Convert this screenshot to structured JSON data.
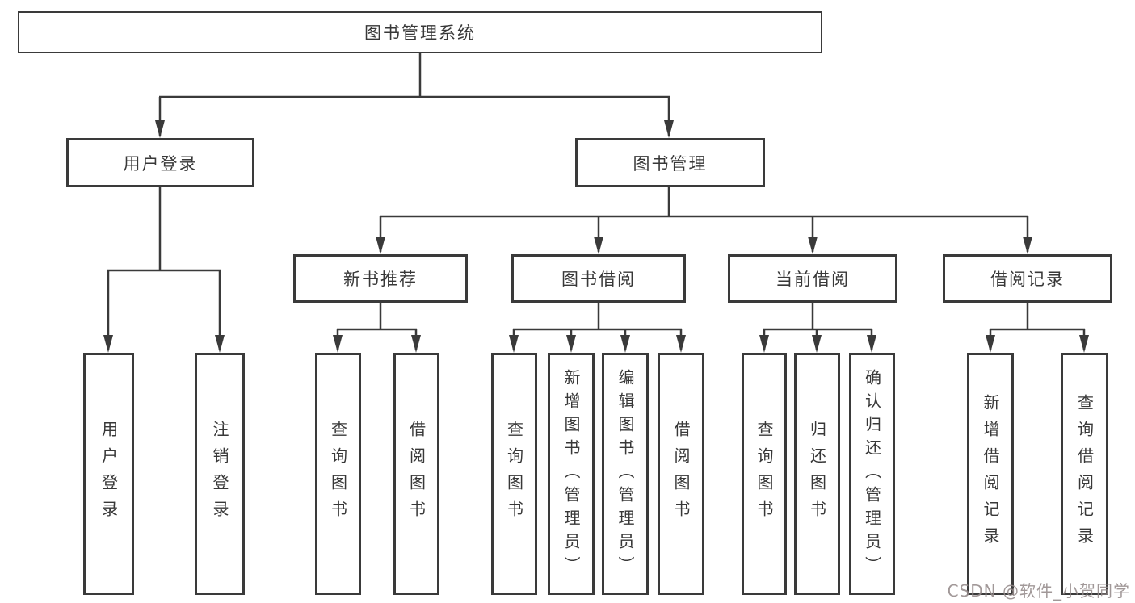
{
  "tree": {
    "root": "图书管理系统",
    "branches": [
      {
        "label": "用户登录",
        "children": [
          "用户登录",
          "注销登录"
        ]
      },
      {
        "label": "图书管理",
        "groups": [
          {
            "label": "新书推荐",
            "children": [
              "查询图书",
              "借阅图书"
            ]
          },
          {
            "label": "图书借阅",
            "children": [
              "查询图书",
              "新增图书（管理员）",
              "编辑图书（管理员）",
              "借阅图书"
            ]
          },
          {
            "label": "当前借阅",
            "children": [
              "查询图书",
              "归还图书",
              "确认归还（管理员）"
            ]
          },
          {
            "label": "借阅记录",
            "children": [
              "新增借阅记录",
              "查询借阅记录"
            ]
          }
        ]
      }
    ]
  },
  "colors": {
    "line": "#3a3a3a",
    "text": "#383838",
    "watermark": "#948a8a",
    "background": "#ffffff"
  },
  "watermark": {
    "text": "CSDN @软件_小贺同学"
  }
}
